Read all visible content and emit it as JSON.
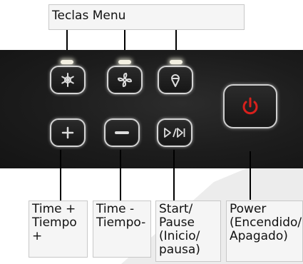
{
  "header": {
    "menu_keys_label": "Teclas Menu"
  },
  "keys": {
    "top": [
      {
        "icon": "snowflake-icon",
        "led": true
      },
      {
        "icon": "fan-icon",
        "led": true
      },
      {
        "icon": "ice-cream-icon",
        "led": true
      }
    ],
    "bottom": [
      {
        "icon": "plus-icon"
      },
      {
        "icon": "minus-icon"
      },
      {
        "icon": "play-pause-icon"
      }
    ],
    "power": {
      "icon": "power-icon",
      "color": "#d8201c"
    }
  },
  "labels": {
    "time_plus": "Time +\nTiempo\n+",
    "time_minus": "Time -\nTiempo-",
    "start_pause": "Start/\nPause\n(Inicio/\npausa)",
    "power": "Power\n(Encendido/\nApagado)"
  },
  "colors": {
    "panel": "#1c1c1c",
    "key_border": "#d4d4d4",
    "power_red": "#d8201c"
  }
}
